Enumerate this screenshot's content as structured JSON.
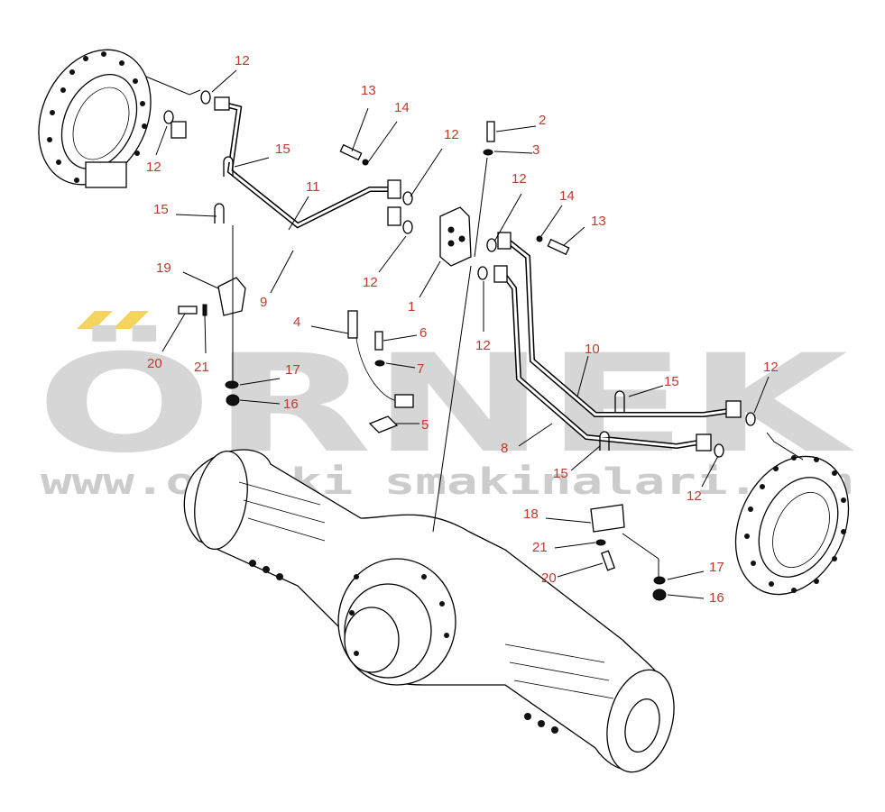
{
  "watermark": {
    "brand": "ÖRNEK",
    "url": "www.orneki smakinalari.com",
    "brand_color": "#d6d6d6",
    "accent_color": "#f4d35e"
  },
  "callouts": [
    {
      "id": "c12a",
      "label": "12"
    },
    {
      "id": "c12b",
      "label": "12"
    },
    {
      "id": "c13a",
      "label": "13"
    },
    {
      "id": "c14a",
      "label": "14"
    },
    {
      "id": "c15a",
      "label": "15"
    },
    {
      "id": "c11",
      "label": "11"
    },
    {
      "id": "c12c",
      "label": "12"
    },
    {
      "id": "c2",
      "label": "2"
    },
    {
      "id": "c3",
      "label": "3"
    },
    {
      "id": "c12d",
      "label": "12"
    },
    {
      "id": "c14b",
      "label": "14"
    },
    {
      "id": "c13b",
      "label": "13"
    },
    {
      "id": "c15b",
      "label": "15"
    },
    {
      "id": "c19",
      "label": "19"
    },
    {
      "id": "c9",
      "label": "9"
    },
    {
      "id": "c12e",
      "label": "12"
    },
    {
      "id": "c1",
      "label": "1"
    },
    {
      "id": "c12f",
      "label": "12"
    },
    {
      "id": "c4",
      "label": "4"
    },
    {
      "id": "c6",
      "label": "6"
    },
    {
      "id": "c7",
      "label": "7"
    },
    {
      "id": "c20a",
      "label": "20"
    },
    {
      "id": "c21a",
      "label": "21"
    },
    {
      "id": "c17a",
      "label": "17"
    },
    {
      "id": "c16a",
      "label": "16"
    },
    {
      "id": "c5",
      "label": "5"
    },
    {
      "id": "c10",
      "label": "10"
    },
    {
      "id": "c15c",
      "label": "15"
    },
    {
      "id": "c12g",
      "label": "12"
    },
    {
      "id": "c8",
      "label": "8"
    },
    {
      "id": "c15d",
      "label": "15"
    },
    {
      "id": "c12h",
      "label": "12"
    },
    {
      "id": "c18",
      "label": "18"
    },
    {
      "id": "c21b",
      "label": "21"
    },
    {
      "id": "c20b",
      "label": "20"
    },
    {
      "id": "c17b",
      "label": "17"
    },
    {
      "id": "c16b",
      "label": "16"
    }
  ]
}
